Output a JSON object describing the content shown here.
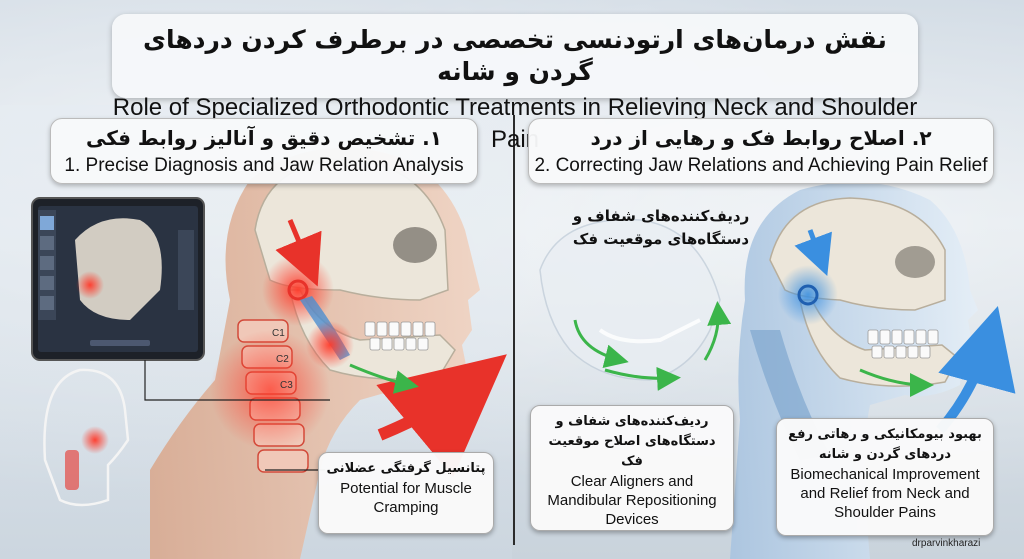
{
  "title": {
    "fa": "نقش درمان‌های ارتودنسی تخصصی در برطرف کردن دردهای گردن و شانه",
    "en": "Role of Specialized Orthodontic Treatments in Relieving Neck and Shoulder Pain"
  },
  "section1": {
    "fa": "۱. تشخیص دقیق و آنالیز روابط فکی",
    "en": "1. Precise Diagnosis and Jaw Relation Analysis"
  },
  "section2": {
    "fa": "۲. اصلاح روابط فک و رهایی از درد",
    "en": "2. Correcting Jaw Relations and Achieving Pain Relief"
  },
  "labels": {
    "muscle_fa": "پتانسیل گرفتگی عضلانی",
    "muscle_en": "Potential for Muscle Cramping",
    "aligner_float_fa": "ردیف‌کننده‌های شفاف و دستگاه‌های موقعیت فک",
    "aligner_fa": "ردیف‌کننده‌های شفاف و دستگاه‌های اصلاح موقعیت فک",
    "aligner_en": "Clear Aligners and Mandibular Repositioning Devices",
    "biomech_fa": "بهبود بیومکانیکی و رهاتی رفع دردهای گردن و شانه",
    "biomech_en": "Biomechanical Improvement and Relief from Neck and Shoulder Pains"
  },
  "vertebra_labels": [
    "C1",
    "C2",
    "C3"
  ],
  "watermark": "drparvinkharazi",
  "colors": {
    "pain_red": "#e8322a",
    "relief_blue": "#3a8fe0",
    "green_arrow": "#3bb54a",
    "skin": "#e7c3ad",
    "bone": "#ece6da"
  }
}
